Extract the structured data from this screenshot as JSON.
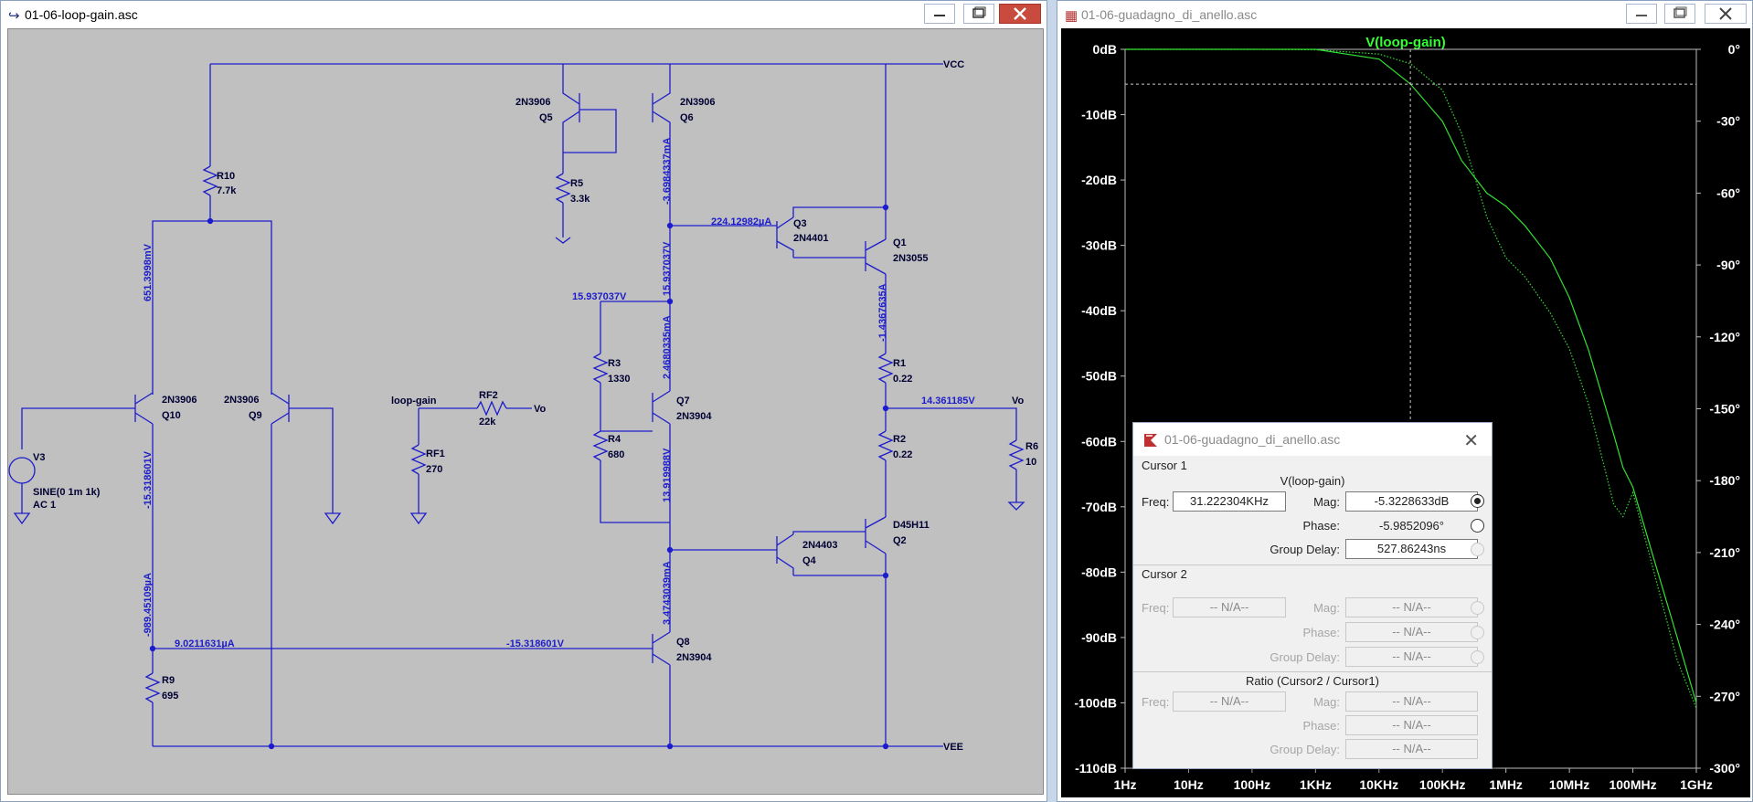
{
  "schematic_window": {
    "title": "01-06-loop-gain.asc",
    "labels": {
      "vcc": "VCC",
      "vee": "VEE",
      "r10": "R10",
      "r10_val": "7.7k",
      "q5_model": "2N3906",
      "q5": "Q5",
      "q6_model": "2N3906",
      "q6": "Q6",
      "r5": "R5",
      "r5_val": "3.3k",
      "op_q6_current": "-3.6984337mA",
      "op_q3_base": "224.12982µA",
      "q3_model": "2N4401",
      "q3": "Q3",
      "q1": "Q1",
      "q1_model": "2N3055",
      "op_v_vcc_branch": "651.3998mV",
      "op_v_node": "15.937037V",
      "op_v_node2": "15.937037V",
      "op_q7_current": "2.4680335mA",
      "op_q1_current": "-1.4367635A",
      "r3": "R3",
      "r3_val": "1330",
      "r4": "R4",
      "r4_val": "680",
      "q7": "Q7",
      "q7_model": "2N3904",
      "r1": "R1",
      "r1_val": "0.22",
      "r2": "R2",
      "r2_val": "0.22",
      "op_vo": "14.361185V",
      "vo": "Vo",
      "vo2": "Vo",
      "r6": "R6",
      "r6_val": "10",
      "loop_gain": "loop-gain",
      "rf2": "RF2",
      "rf2_val": "22k",
      "rf1": "RF1",
      "rf1_val": "270",
      "q10_model": "2N3906",
      "q10": "Q10",
      "q9_model": "2N3906",
      "q9": "Q9",
      "v3": "V3",
      "v3_val": "SINE(0 1m 1k)",
      "v3_ac": "AC 1",
      "op_v_q10": "-15.318601V",
      "op_v_q7": "13.919988V",
      "q2_model": "D45H11",
      "q2": "Q2",
      "q4_model": "2N4403",
      "q4": "Q4",
      "op_q8_current": "3.4743039mA",
      "op_q10_current": "-989.45109µA",
      "op_bias_current": "9.0211631µA",
      "op_v_q8": "-15.318601V",
      "q8": "Q8",
      "q8_model": "2N3904",
      "r9": "R9",
      "r9_val": "695"
    }
  },
  "plot_window": {
    "title": "01-06-guadagno_di_anello.asc",
    "trace_label": "V(loop-gain)"
  },
  "chart_data": {
    "type": "line",
    "title": "V(loop-gain)",
    "x_scale": "log",
    "xlim": [
      "1Hz",
      "1GHz"
    ],
    "x_ticks": [
      "1Hz",
      "10Hz",
      "100Hz",
      "1KHz",
      "10KHz",
      "100KHz",
      "1MHz",
      "10MHz",
      "100MHz",
      "1GHz"
    ],
    "y_left_ticks": [
      "0dB",
      "-10dB",
      "-20dB",
      "-30dB",
      "-40dB",
      "-50dB",
      "-60dB",
      "-70dB",
      "-80dB",
      "-90dB",
      "-100dB",
      "-110dB"
    ],
    "y_left_range": [
      -110,
      0
    ],
    "y_right_ticks": [
      "0°",
      "-30°",
      "-60°",
      "-90°",
      "-120°",
      "-150°",
      "-180°",
      "-210°",
      "-240°",
      "-270°",
      "-300°"
    ],
    "y_right_range": [
      -300,
      0
    ],
    "grid": false,
    "colors": {
      "background": "#000000",
      "trace": "#33dd33",
      "axis_text": "#ffffff"
    },
    "series": [
      {
        "name": "V(loop-gain)",
        "quantity": "magnitude",
        "x_hz": [
          1,
          10,
          100,
          1000,
          10000,
          31222,
          100000,
          200000,
          500000,
          1000000,
          2000000,
          5000000,
          10000000,
          20000000,
          50000000,
          70000000,
          100000000,
          200000000,
          500000000,
          1000000000
        ],
        "y_db": [
          0,
          0,
          0,
          0,
          -1.5,
          -5.3,
          -11,
          -17,
          -22,
          -24,
          -27,
          -32,
          -38,
          -46,
          -59,
          -64,
          -67,
          -77,
          -90,
          -100
        ]
      },
      {
        "name": "V(loop-gain)",
        "quantity": "phase",
        "line_style": "dotted",
        "x_hz": [
          1,
          10,
          100,
          1000,
          10000,
          31222,
          100000,
          200000,
          500000,
          1000000,
          2000000,
          5000000,
          10000000,
          20000000,
          50000000,
          70000000,
          100000000,
          200000000,
          500000000,
          1000000000
        ],
        "y_deg": [
          0,
          0,
          0,
          -0.2,
          -2,
          -6,
          -17,
          -35,
          -70,
          -87,
          -95,
          -110,
          -125,
          -148,
          -190,
          -195,
          -185,
          -215,
          -255,
          -275
        ]
      }
    ],
    "cursor": {
      "freq": "31.222304KHz",
      "mag": "-5.3228633dB"
    }
  },
  "cursor_dialog": {
    "title": "01-06-guadagno_di_anello.asc",
    "cursor1_header": "Cursor 1",
    "trace": "V(loop-gain)",
    "freq_label": "Freq:",
    "freq": "31.222304KHz",
    "mag_label": "Mag:",
    "mag": "-5.3228633dB",
    "phase_label": "Phase:",
    "phase": "-5.9852096°",
    "gd_label": "Group Delay:",
    "group_delay": "527.86243ns",
    "cursor2_header": "Cursor 2",
    "na": "-- N/A--",
    "ratio_header": "Ratio (Cursor2 / Cursor1)"
  }
}
